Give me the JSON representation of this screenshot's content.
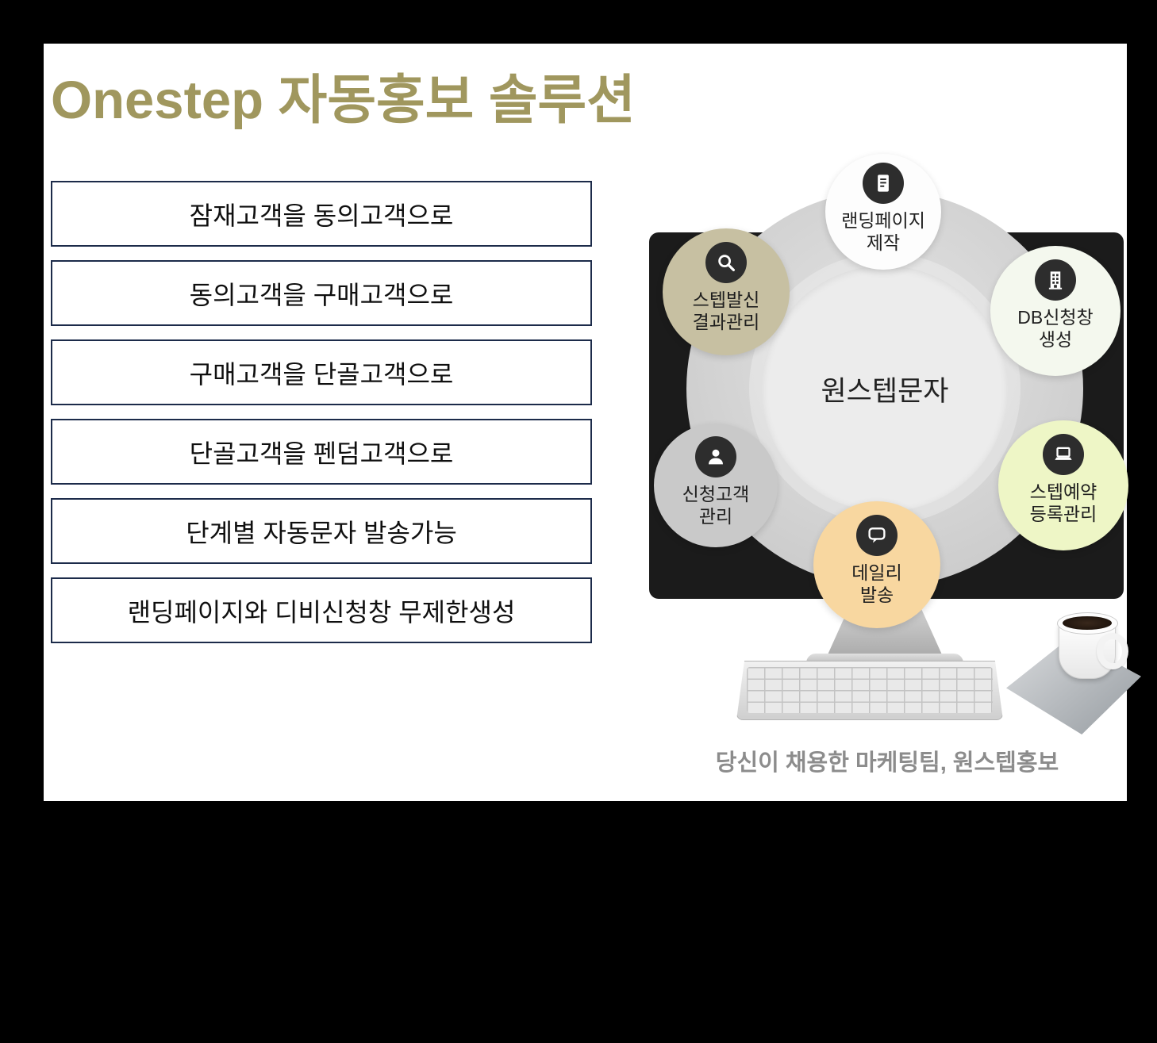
{
  "page": {
    "title": "Onestep 자동홍보 솔루션",
    "title_color": "#a0975e",
    "background_color": "#000000",
    "panel_color": "#ffffff",
    "caption": "당신이 채용한 마케팅팀, 원스텝홍보"
  },
  "feature_boxes": [
    "잠재고객을 동의고객으로",
    "동의고객을 구매고객으로",
    "구매고객을 단골고객으로",
    "단골고객을 펜덤고객으로",
    "단계별 자동문자 발송가능",
    "랜딩페이지와 디비신청창 무제한생성"
  ],
  "diagram": {
    "center_label": "원스텝문자",
    "icon_background_color": "#2d2d2d",
    "badges": [
      {
        "label": "랜딩페이지\n제작",
        "icon": "document-icon",
        "color": "#fdfdfd"
      },
      {
        "label": "스텝발신\n결과관리",
        "icon": "search-icon",
        "color": "#c7c0a2"
      },
      {
        "label": "DB신청창\n생성",
        "icon": "building-icon",
        "color": "#f4f8ee"
      },
      {
        "label": "신청고객\n관리",
        "icon": "person-icon",
        "color": "#c9c9c9"
      },
      {
        "label": "스텝예약\n등록관리",
        "icon": "laptop-icon",
        "color": "#eef6c6"
      },
      {
        "label": "데일리\n발송",
        "icon": "chat-bubble-icon",
        "color": "#f8d7a0"
      }
    ]
  }
}
